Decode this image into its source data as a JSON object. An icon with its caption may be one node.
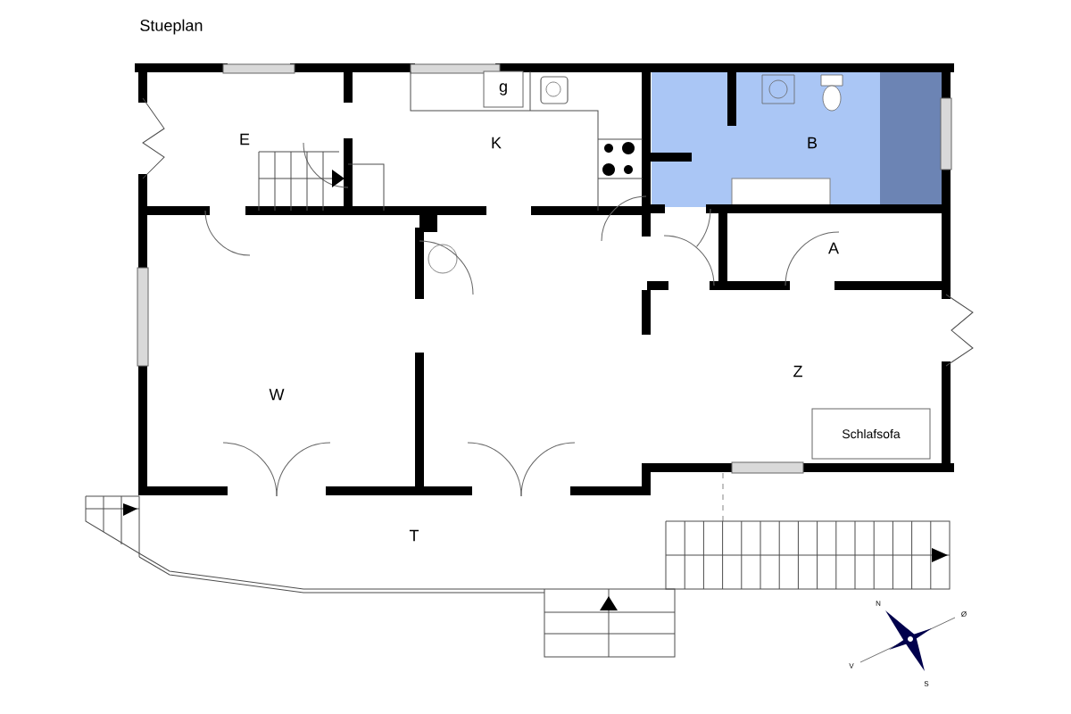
{
  "diagram": {
    "title": "Stueplan",
    "nodes": [
      {
        "text": [
          "E"
        ]
      },
      {
        "text": [
          "K"
        ]
      },
      {
        "text": [
          "g"
        ]
      },
      {
        "text": [
          "B"
        ]
      },
      {
        "text": [
          "A"
        ]
      },
      {
        "text": [
          "W"
        ]
      },
      {
        "text": [
          "Z"
        ]
      },
      {
        "text": [
          "Schlafsofa"
        ]
      },
      {
        "text": [
          "T"
        ]
      }
    ],
    "edges": [],
    "labels": [
      "N",
      "Ø",
      "V",
      "S"
    ]
  }
}
